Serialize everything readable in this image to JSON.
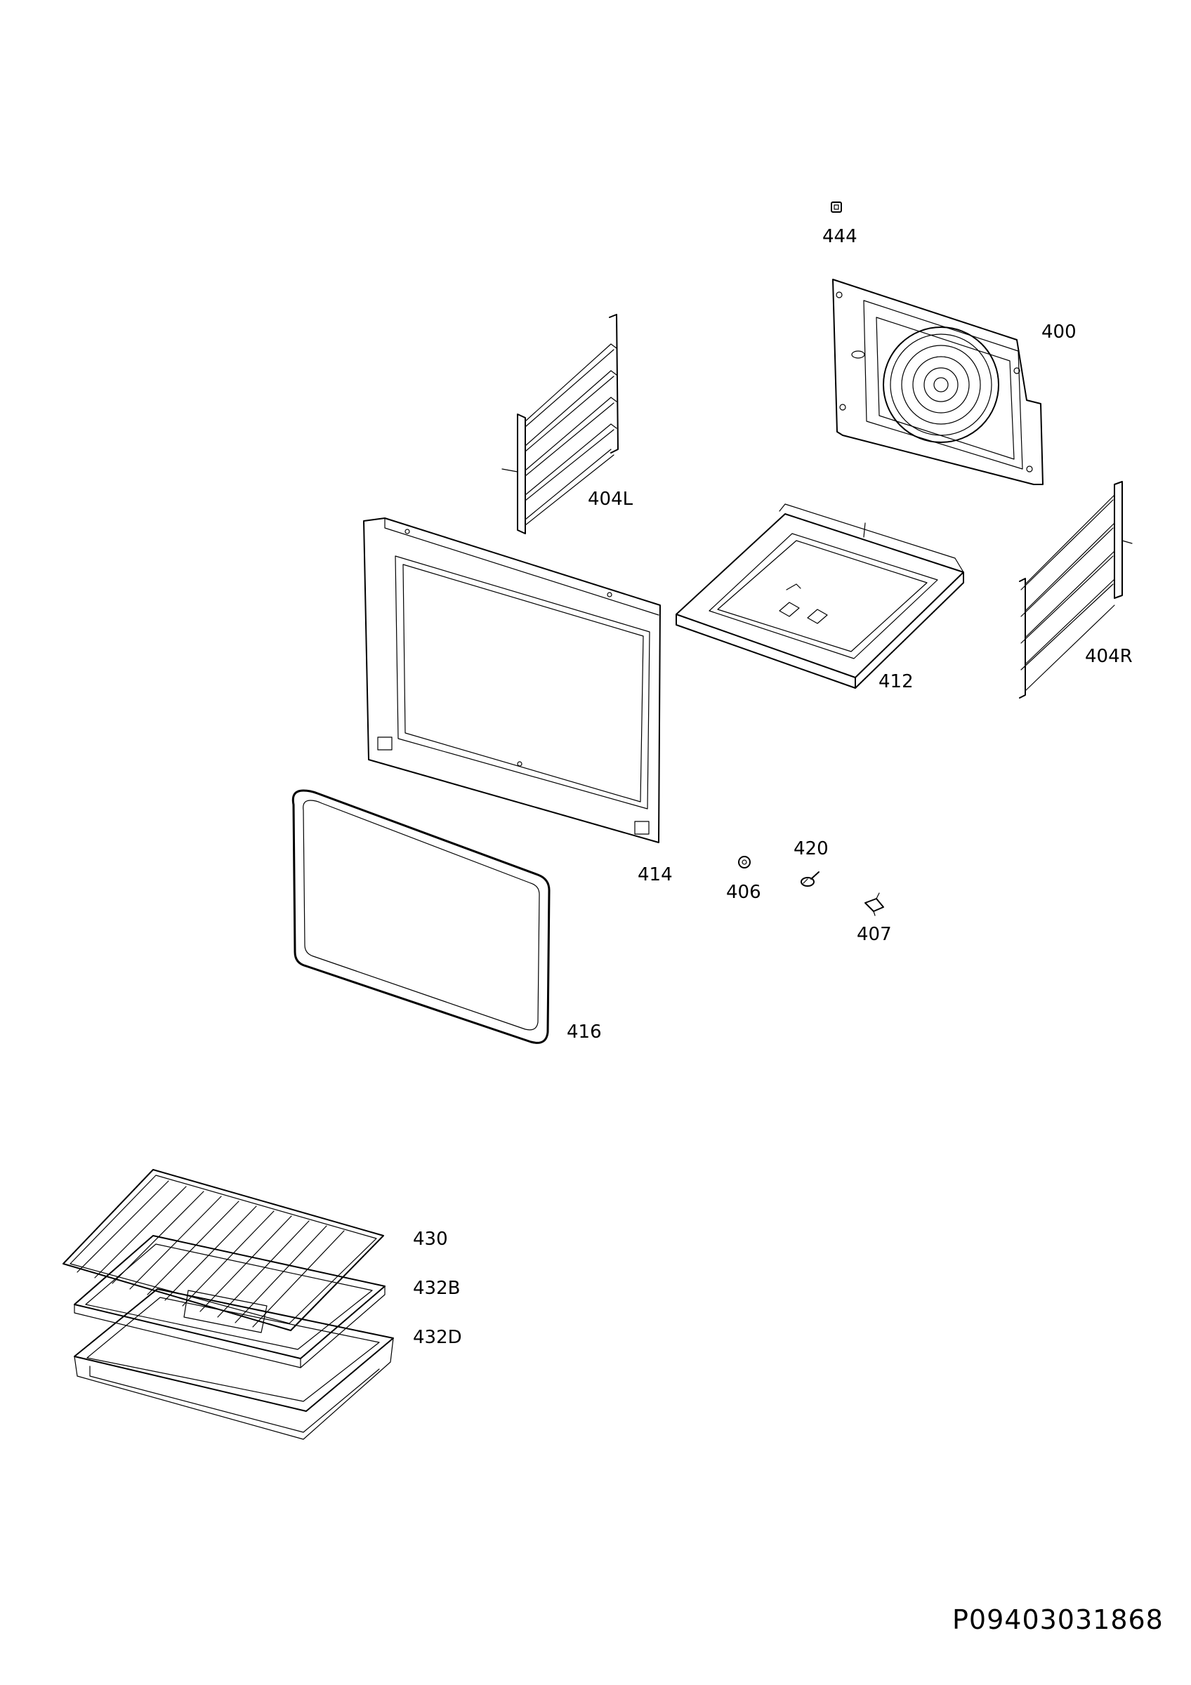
{
  "labels": {
    "p444": "444",
    "p400": "400",
    "p404L": "404L",
    "p404R": "404R",
    "p412": "412",
    "p414": "414",
    "p416": "416",
    "p406": "406",
    "p420": "420",
    "p407": "407",
    "p430": "430",
    "p432B": "432B",
    "p432D": "432D"
  },
  "document_id": "P09403031868"
}
